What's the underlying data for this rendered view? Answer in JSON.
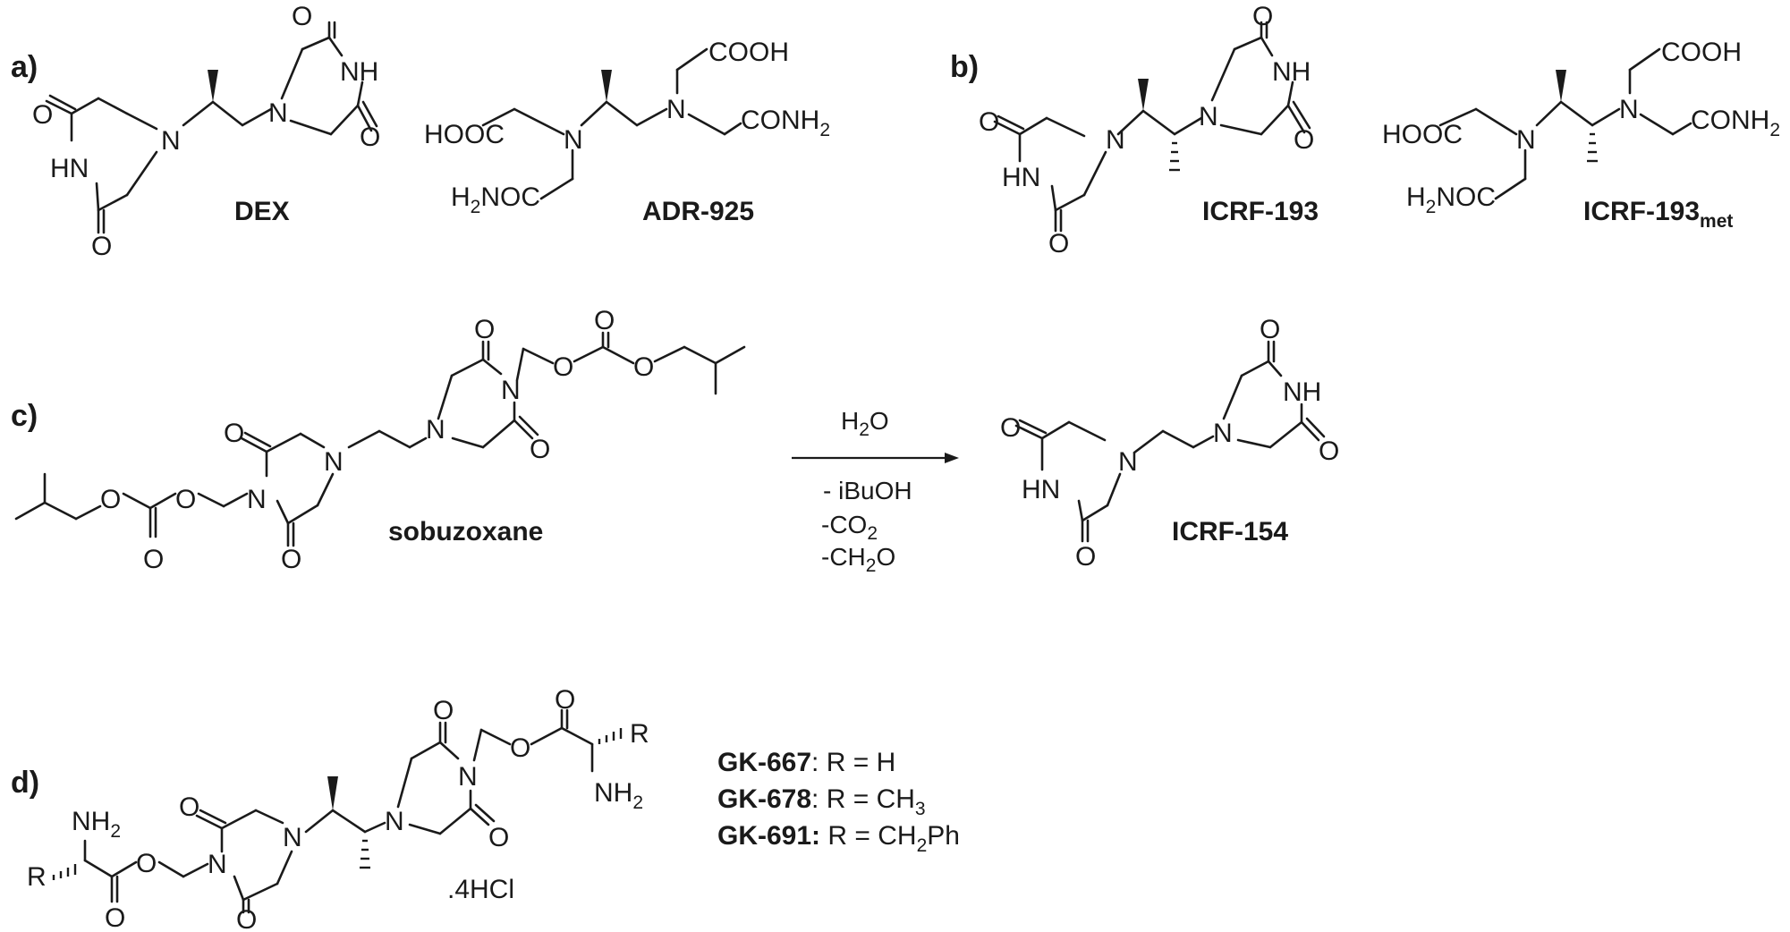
{
  "panels": {
    "a": "a)",
    "b": "b)",
    "c": "c)",
    "d": "d)"
  },
  "compounds": {
    "dex": "DEX",
    "adr925": "ADR-925",
    "icrf193": "ICRF-193",
    "icrf193met": {
      "base": "ICRF-193",
      "sub": "met"
    },
    "sobuzoxane": "sobuzoxane",
    "icrf154": "ICRF-154"
  },
  "atoms": {
    "o": "O",
    "n": "N",
    "nh": "NH",
    "hn": "HN",
    "cooh": "COOH",
    "hooc": "HOOC",
    "conh": "CONH",
    "h2noc": {
      "pre": "H",
      "sub": "2",
      "post": "NOC"
    },
    "nh2": {
      "pre": "NH",
      "sub": "2"
    },
    "r": "R",
    "sub2": "2"
  },
  "reaction": {
    "reagent": {
      "pre": "H",
      "sub": "2",
      "post": "O"
    },
    "loss1": "- iBuOH",
    "loss2": {
      "pre": "-CO",
      "sub": "2"
    },
    "loss3": {
      "pre": "-CH",
      "sub": "2",
      "post": "O"
    }
  },
  "salt": ".4HCl",
  "legend": [
    {
      "id": "GK-667",
      "sep": ":",
      "text": " R = H",
      "sub": "",
      "tail": ""
    },
    {
      "id": "GK-678",
      "sep": ":",
      "text": " R = CH",
      "sub": "3",
      "tail": ""
    },
    {
      "id": "GK-691",
      "sep": ":",
      "text": " R = CH",
      "sub": "2",
      "tail": "Ph"
    }
  ]
}
